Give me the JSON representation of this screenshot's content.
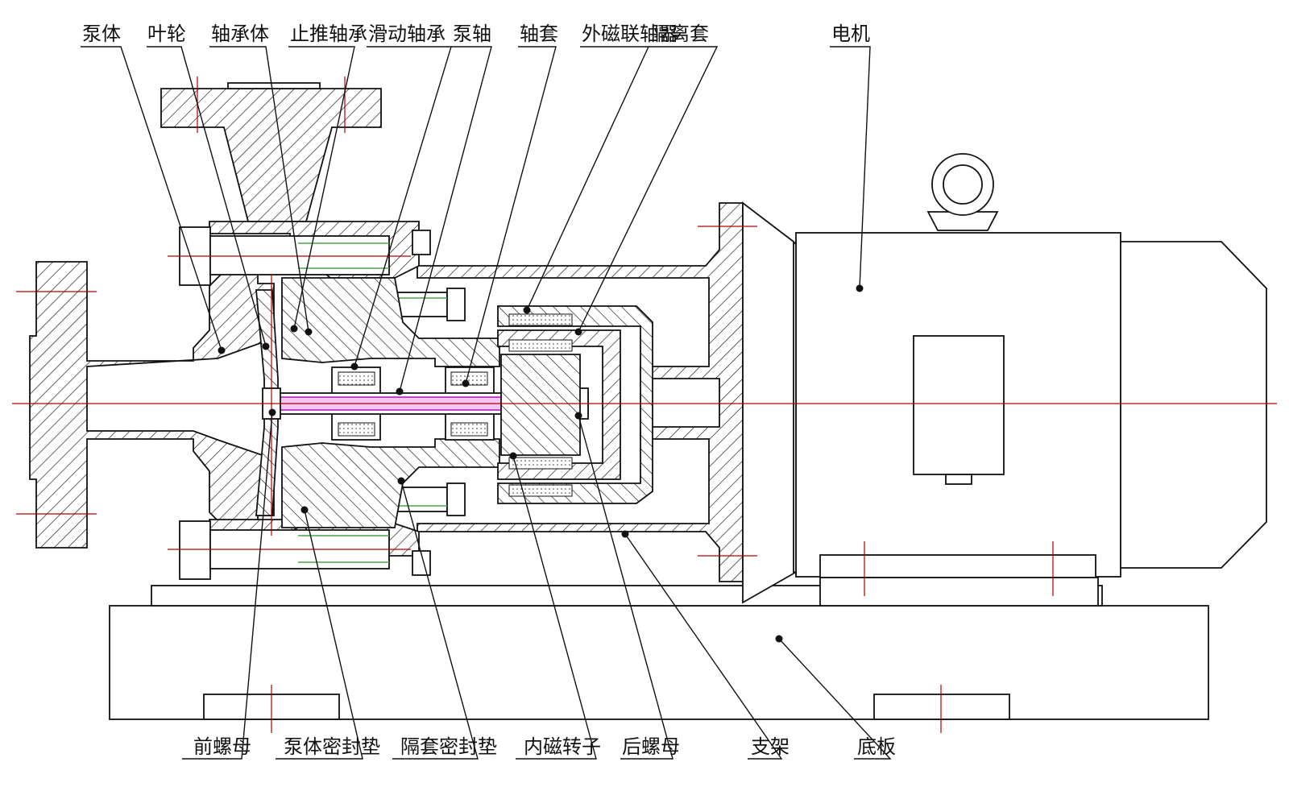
{
  "labels_top": [
    {
      "id": "pump-body",
      "text": "泵体"
    },
    {
      "id": "impeller",
      "text": "叶轮"
    },
    {
      "id": "bearing-housing",
      "text": "轴承体"
    },
    {
      "id": "thrust-bearing",
      "text": "止推轴承"
    },
    {
      "id": "sliding-bearing",
      "text": "滑动轴承"
    },
    {
      "id": "pump-shaft",
      "text": "泵轴"
    },
    {
      "id": "shaft-sleeve",
      "text": "轴套"
    },
    {
      "id": "outer-magnetic-coupling",
      "text": "外磁联轴器"
    },
    {
      "id": "isolation-sleeve",
      "text": "隔离套"
    },
    {
      "id": "motor",
      "text": "电机"
    }
  ],
  "labels_bottom": [
    {
      "id": "front-nut",
      "text": "前螺母"
    },
    {
      "id": "pump-body-gasket",
      "text": "泵体密封垫"
    },
    {
      "id": "sleeve-gasket",
      "text": "隔套密封垫"
    },
    {
      "id": "inner-magnetic-rotor",
      "text": "内磁转子"
    },
    {
      "id": "rear-nut",
      "text": "后螺母"
    },
    {
      "id": "bracket",
      "text": "支架"
    },
    {
      "id": "base-plate",
      "text": "底板"
    }
  ]
}
